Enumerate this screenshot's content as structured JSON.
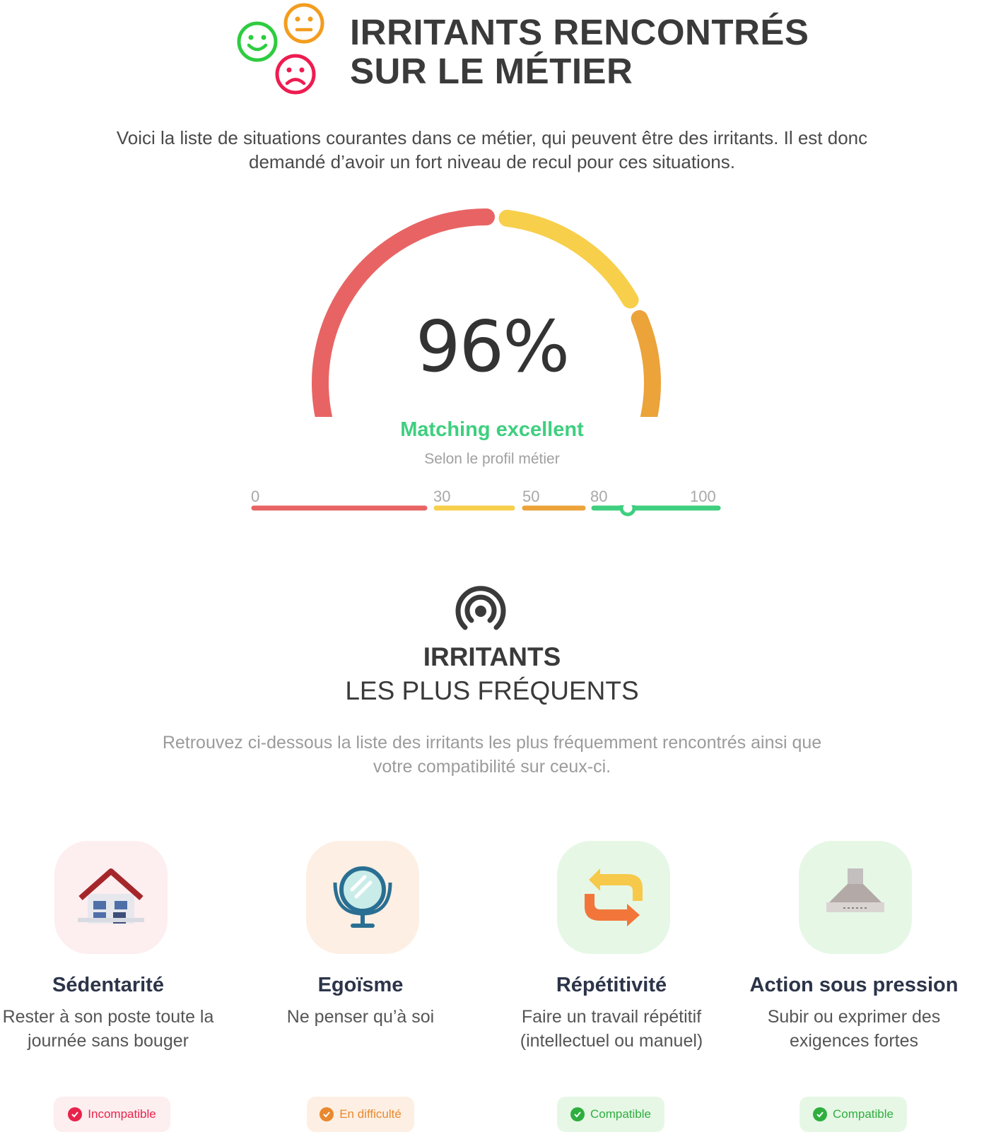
{
  "header": {
    "title_line1": "IRRITANTS RENCONTRÉS",
    "title_line2": "SUR LE MÉTIER"
  },
  "intro": {
    "text": "Voici la liste de situations courantes dans ce métier, qui peuvent être des irritants. Il est donc demandé d’avoir un fort niveau de recul pour ces situations."
  },
  "gauge": {
    "value": 96,
    "value_label": "96%",
    "status_label": "Matching excellent",
    "sub_label": "Selon le profil métier",
    "colors": {
      "red": "#e86464",
      "yellow": "#f7cf4a",
      "orange": "#eba33a",
      "green": "#3ecf7f"
    }
  },
  "scale": {
    "ticks": [
      "0",
      "30",
      "50",
      "80",
      "100"
    ],
    "segments": [
      {
        "from": 0,
        "to": 30,
        "color": "#e86464"
      },
      {
        "from": 30,
        "to": 50,
        "color": "#f7cf4a"
      },
      {
        "from": 50,
        "to": 80,
        "color": "#eba33a"
      },
      {
        "from": 80,
        "to": 100,
        "color": "#3ecf7f"
      }
    ]
  },
  "section": {
    "icon": "broadcast-icon",
    "title_bold": "IRRITANTS",
    "title_light": "LES PLUS FRÉQUENTS",
    "description": "Retrouvez ci-dessous la liste des irritants les plus fréquemment rencontrés ainsi que votre compatibilité sur ceux-ci."
  },
  "irritants": [
    {
      "icon": "house-icon",
      "title": "Sédentarité",
      "description": "Rester à son poste toute la journée sans bouger",
      "status": "Incompatible",
      "status_color": "#e8234a",
      "tile_bg": "#fdeef0",
      "badge_bg": "#fdeef0"
    },
    {
      "icon": "mirror-icon",
      "title": "Egoïsme",
      "description": "Ne penser qu’à soi",
      "status": "En difficulté",
      "status_color": "#e8892f",
      "tile_bg": "#fdefe3",
      "badge_bg": "#fdefe3"
    },
    {
      "icon": "repeat-arrows-icon",
      "title": "Répétitivité",
      "description": "Faire un travail répétitif (intellectuel ou manuel)",
      "status": "Compatible",
      "status_color": "#2fae3f",
      "tile_bg": "#e6f7e6",
      "badge_bg": "#e6f7e6"
    },
    {
      "icon": "range-hood-icon",
      "title": "Action sous pression",
      "description": "Subir ou exprimer des exigences fortes",
      "status": "Compatible",
      "status_color": "#2fae3f",
      "tile_bg": "#e6f7e6",
      "badge_bg": "#e6f7e6"
    }
  ]
}
